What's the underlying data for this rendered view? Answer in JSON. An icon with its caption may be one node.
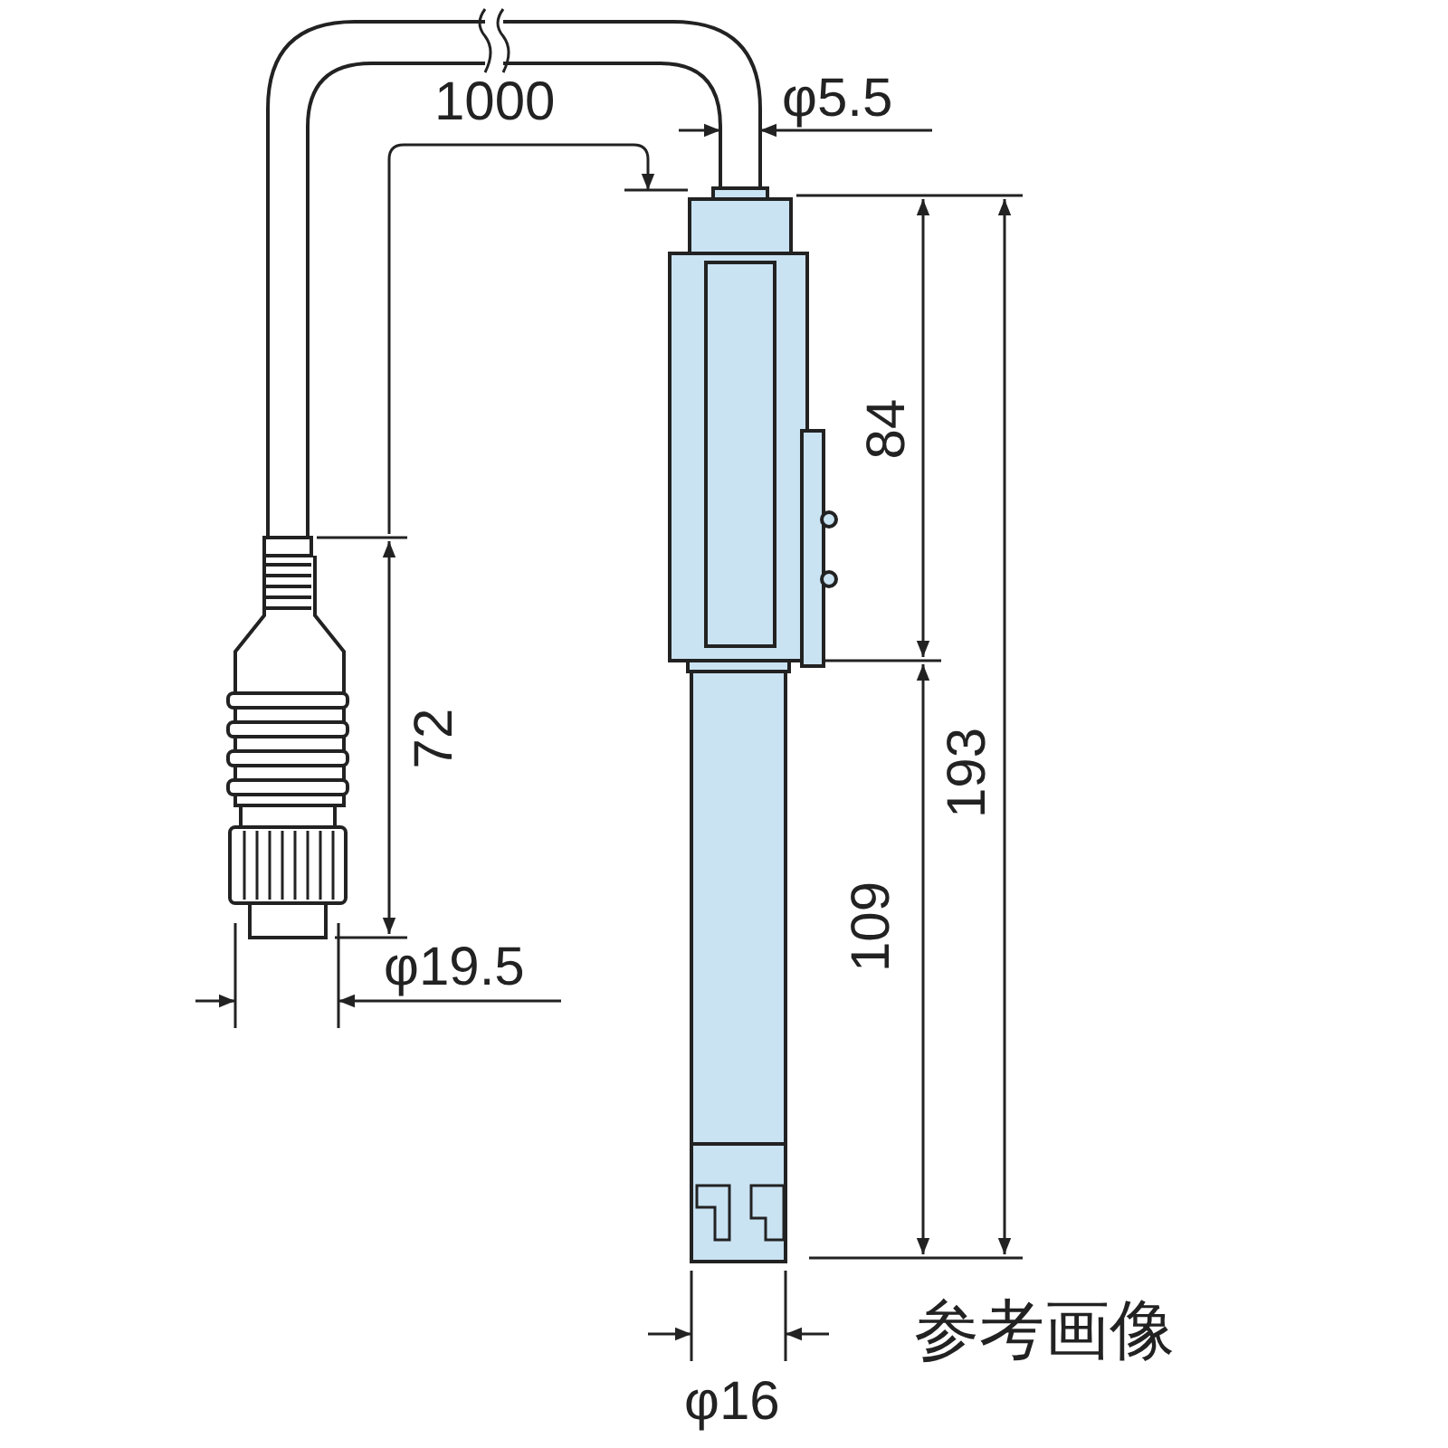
{
  "diagram": {
    "labels": [
      "1000",
      "φ5.5",
      "84",
      "72",
      "193",
      "109",
      "φ19.5",
      "参考画像",
      "φ16"
    ]
  }
}
